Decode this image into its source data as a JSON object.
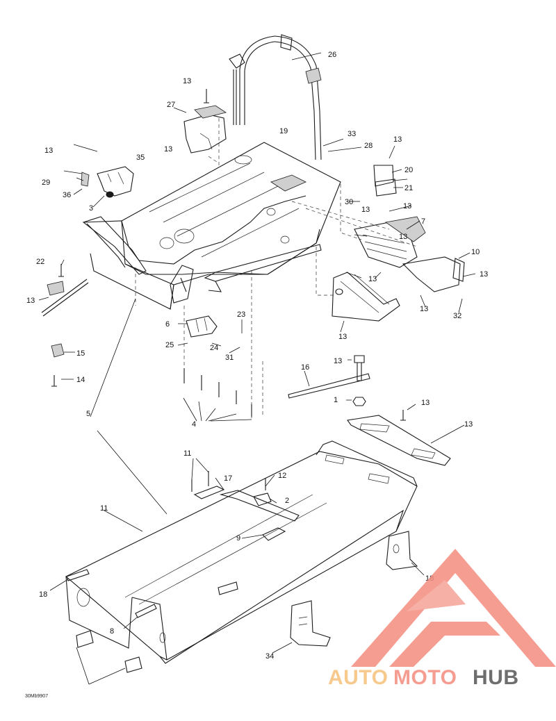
{
  "figure_code": "30Mb9907",
  "watermark": {
    "text_part1": "AUTO",
    "text_part2": "MOTO",
    "text_part3": "HUB",
    "color_primary": "#f58c80",
    "color_secondary": "#f6c07a",
    "color_tertiary": "#555555"
  },
  "callouts": [
    {
      "id": "c26",
      "text": "26"
    },
    {
      "id": "c13a",
      "text": "13"
    },
    {
      "id": "c27",
      "text": "27"
    },
    {
      "id": "c19",
      "text": "19"
    },
    {
      "id": "c33",
      "text": "33"
    },
    {
      "id": "c28",
      "text": "28"
    },
    {
      "id": "c13b",
      "text": "13"
    },
    {
      "id": "c13c",
      "text": "13"
    },
    {
      "id": "c13d",
      "text": "13"
    },
    {
      "id": "c35",
      "text": "35"
    },
    {
      "id": "c20",
      "text": "20"
    },
    {
      "id": "c29",
      "text": "29"
    },
    {
      "id": "c36",
      "text": "36"
    },
    {
      "id": "c21",
      "text": "21"
    },
    {
      "id": "c30",
      "text": "30"
    },
    {
      "id": "c3",
      "text": "3"
    },
    {
      "id": "c13e",
      "text": "13"
    },
    {
      "id": "c13f",
      "text": "13"
    },
    {
      "id": "c7",
      "text": "7"
    },
    {
      "id": "c13g",
      "text": "13"
    },
    {
      "id": "c10",
      "text": "10"
    },
    {
      "id": "c13h",
      "text": "13"
    },
    {
      "id": "c13i",
      "text": "13"
    },
    {
      "id": "c22",
      "text": "22"
    },
    {
      "id": "c13j",
      "text": "13"
    },
    {
      "id": "c13k",
      "text": "13"
    },
    {
      "id": "c32",
      "text": "32"
    },
    {
      "id": "c23",
      "text": "23"
    },
    {
      "id": "c6",
      "text": "6"
    },
    {
      "id": "c13l",
      "text": "13"
    },
    {
      "id": "c25",
      "text": "25"
    },
    {
      "id": "c24",
      "text": "24"
    },
    {
      "id": "c31",
      "text": "31"
    },
    {
      "id": "c15",
      "text": "15"
    },
    {
      "id": "c13m",
      "text": "13"
    },
    {
      "id": "c14",
      "text": "14"
    },
    {
      "id": "c16",
      "text": "16"
    },
    {
      "id": "c1",
      "text": "1"
    },
    {
      "id": "c5",
      "text": "5"
    },
    {
      "id": "c13n",
      "text": "13"
    },
    {
      "id": "c4",
      "text": "4"
    },
    {
      "id": "c13o",
      "text": "13"
    },
    {
      "id": "c11a",
      "text": "11"
    },
    {
      "id": "c17",
      "text": "17"
    },
    {
      "id": "c12",
      "text": "12"
    },
    {
      "id": "c2",
      "text": "2"
    },
    {
      "id": "c11b",
      "text": "11"
    },
    {
      "id": "c9",
      "text": "9"
    },
    {
      "id": "c18a",
      "text": "18"
    },
    {
      "id": "c18b",
      "text": "18"
    },
    {
      "id": "c8",
      "text": "8"
    },
    {
      "id": "c34",
      "text": "34"
    }
  ]
}
